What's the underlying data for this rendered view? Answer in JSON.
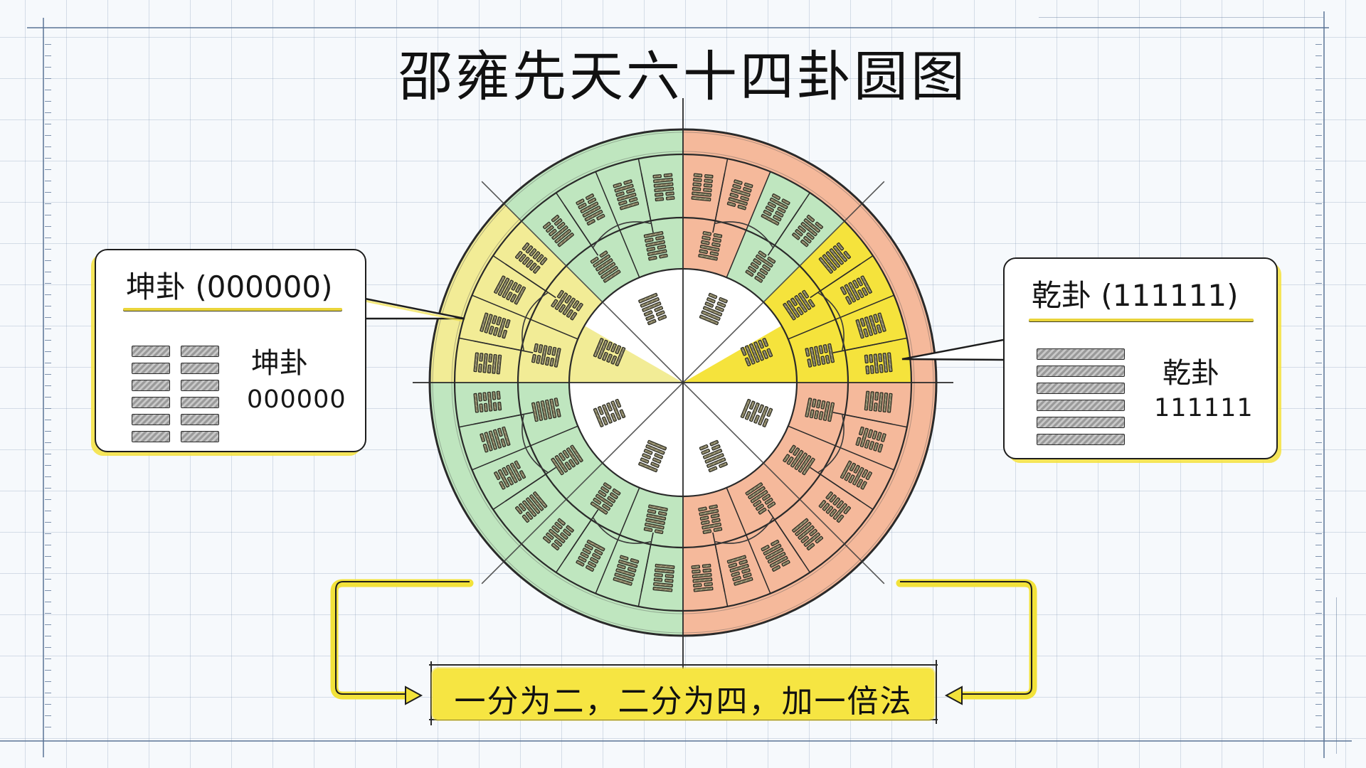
{
  "title": "邵雍先天六十四卦圆图",
  "colors": {
    "background": "#f6f9fc",
    "grid": "#b7c5d6",
    "yin_half_green": "#bfe6bf",
    "yang_half_salmon": "#f5b99b",
    "highlight_yellow_left": "#f2ec96",
    "highlight_yellow_right": "#f5e33c",
    "callout_accent": "#f4e23c",
    "ink": "#1d1d1d"
  },
  "left_callout": {
    "title": "坤卦 (000000)",
    "name": "坤卦",
    "code": "000000",
    "lines": [
      "broken",
      "broken",
      "broken",
      "broken",
      "broken",
      "broken"
    ]
  },
  "right_callout": {
    "title": "乾卦 (111111)",
    "name": "乾卦",
    "code": "111111",
    "lines": [
      "solid",
      "solid",
      "solid",
      "solid",
      "solid",
      "solid"
    ]
  },
  "banner": {
    "text": "一分为二，二分为四，加一倍法"
  },
  "wheel": {
    "description": "Circular arrangement of 64 hexagrams (Fu Xi / Shao Yong sequence) in concentric rings with 8 inner trigrams",
    "inner_trigrams_count": 8,
    "inner_ring_hexagrams_per_octant": 2,
    "outer_ring_hexagrams_per_octant": 4,
    "octants": 8
  }
}
